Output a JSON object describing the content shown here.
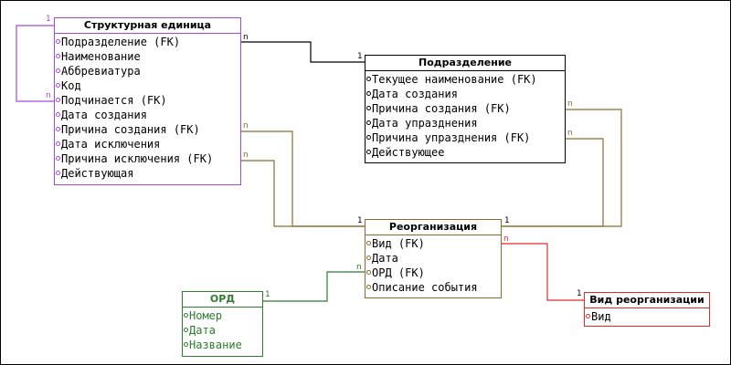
{
  "entities": {
    "struct": {
      "title": "Структурная единица",
      "color": "#a24ae0",
      "fields": [
        "Подразделение (FK)",
        "Наименование",
        "Аббревиатура",
        "Код",
        "Подчинается (FK)",
        "Дата создания",
        "Причина создания (FK)",
        "Дата исключения",
        "Причина исключения (FK)",
        "Действующая"
      ]
    },
    "podr": {
      "title": "Подразделение",
      "color": "#000000",
      "fields": [
        "Текущее наименование (FK)",
        "Дата создания",
        "Причина создания (FK)",
        "Дата упразднения",
        "Причина упразднения (FK)",
        "Действующее"
      ]
    },
    "reorg": {
      "title": "Реорганизация",
      "color": "#8a6a2e",
      "fields": [
        "Вид (FK)",
        "Дата",
        "ОРД (FK)",
        "Описание события"
      ]
    },
    "ord": {
      "title": "ОРД",
      "color": "#2e7d2e",
      "fields": [
        "Номер",
        "Дата",
        "Название"
      ]
    },
    "vid": {
      "title": "Вид реорганизации",
      "color": "#e22a2a",
      "fields": [
        "Вид"
      ]
    }
  },
  "cardinality": {
    "one": "1",
    "many": "n"
  }
}
